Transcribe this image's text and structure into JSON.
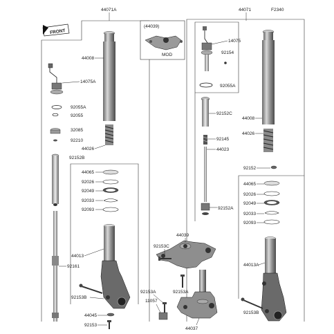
{
  "header": {
    "left_assembly": "44071A",
    "right_assembly": "44071",
    "figure_code": "F2340",
    "front_badge": "FRONT"
  },
  "mod_box": {
    "part": "(44039)",
    "note": "MOD"
  },
  "labels": {
    "l_44008": "44008",
    "l_14075A": "14075A",
    "l_92055A_left": "92055A",
    "l_92055_left": "92055",
    "l_32085": "32085",
    "l_92210": "92210",
    "l_92152B": "92152B",
    "l_44026_left": "44026",
    "l_44065_left": "44065",
    "l_92026_left": "92026",
    "l_92049_left": "92049",
    "l_92033_left": "92033",
    "l_92093_left": "92093",
    "l_44013": "44013",
    "l_92161": "92161",
    "l_92153B_left": "92153B",
    "l_44045": "44045",
    "l_92153_left": "92153",
    "l_14075": "14075",
    "l_92154": "92154",
    "l_92055A_right": "92055A",
    "l_92152C": "92152C",
    "l_92145": "92145",
    "l_44023": "44023",
    "l_92152A": "92152A",
    "l_44008_right": "44008",
    "l_44026_right": "44026",
    "l_92152_right": "92152",
    "l_44065_right": "44065",
    "l_92026_right": "92026",
    "l_92049_right": "92049",
    "l_92033_right": "92033",
    "l_92093_right": "92093",
    "l_44013A": "44013A",
    "l_92153B_right": "92153B",
    "l_44039": "44039",
    "l_92153C": "92153C",
    "l_92153A_a": "92153A",
    "l_92153A_b": "92153A",
    "l_11057": "11057",
    "l_44037": "44037"
  }
}
